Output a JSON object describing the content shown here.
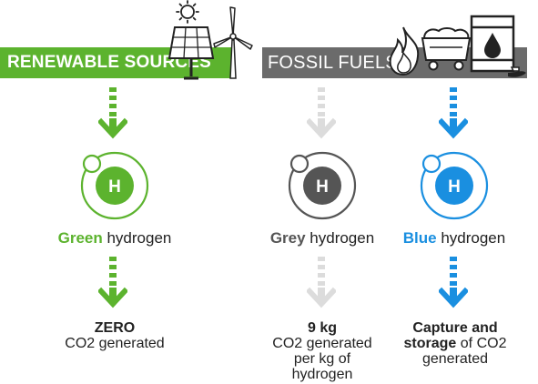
{
  "banners": {
    "renewable": "RENEWABLE SOURCES",
    "fossil": "FOSSIL FUELS"
  },
  "atom_symbol": "H",
  "hydrogen": {
    "green": {
      "name": "Green",
      "suffix": " hydrogen",
      "color": "#5cb32e"
    },
    "grey": {
      "name": "Grey",
      "suffix": " hydrogen",
      "color": "#555555"
    },
    "blue": {
      "name": "Blue",
      "suffix": " hydrogen",
      "color": "#1a8fe0"
    }
  },
  "results": {
    "green": {
      "line1": "ZERO",
      "line2": "CO2 generated"
    },
    "grey": {
      "line1": "9 kg",
      "line2": "CO2 generated",
      "line3": "per kg of",
      "line4": "hydrogen"
    },
    "blue": {
      "line1": "Capture and",
      "line2a": "storage",
      "line2b": " of CO2",
      "line3": "generated"
    }
  },
  "colors": {
    "green": "#5cb32e",
    "grey_banner": "#6b6b6b",
    "grey_arrow": "#dcdcdc",
    "grey_atom": "#555555",
    "blue": "#1a8fe0"
  }
}
